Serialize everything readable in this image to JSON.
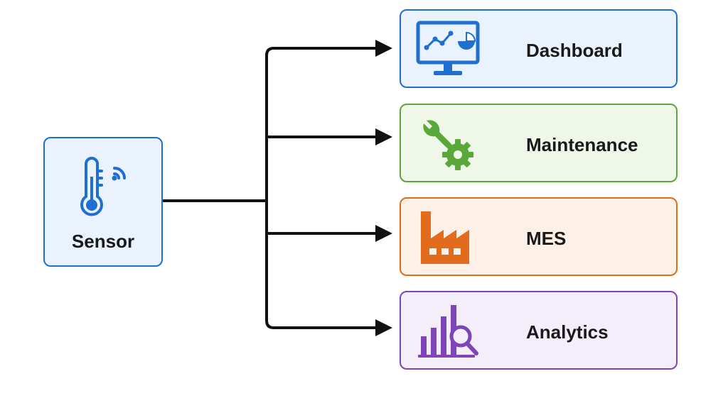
{
  "source": {
    "label": "Sensor",
    "icon": "thermometer-wireless-icon",
    "color": "#1f6fd1"
  },
  "targets": [
    {
      "label": "Dashboard",
      "icon": "monitor-chart-icon",
      "color": "#1f6fd1"
    },
    {
      "label": "Maintenance",
      "icon": "wrench-gear-icon",
      "color": "#5aa83a"
    },
    {
      "label": "MES",
      "icon": "factory-icon",
      "color": "#e26b1e"
    },
    {
      "label": "Analytics",
      "icon": "bar-chart-search-icon",
      "color": "#7d45b8"
    }
  ],
  "connector_color": "#111111"
}
